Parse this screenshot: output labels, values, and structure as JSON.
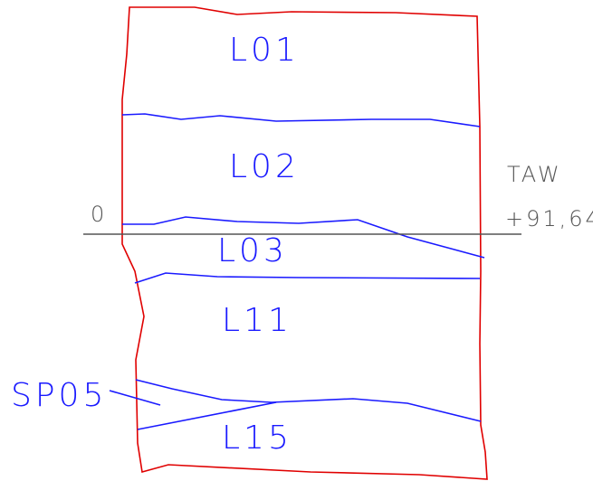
{
  "layers": [
    {
      "id": "L01",
      "label": "L01"
    },
    {
      "id": "L02",
      "label": "L02"
    },
    {
      "id": "L03",
      "label": "L03"
    },
    {
      "id": "L11",
      "label": "L11"
    },
    {
      "id": "L15",
      "label": "L15"
    }
  ],
  "sample": {
    "label": "SP05"
  },
  "reference": {
    "zero_label": "0",
    "datum_label": "TAW",
    "elevation_label": "+91,64"
  },
  "colors": {
    "boundary": "#e00000",
    "layer_line": "#1a1aff",
    "reference_line": "#555555"
  }
}
